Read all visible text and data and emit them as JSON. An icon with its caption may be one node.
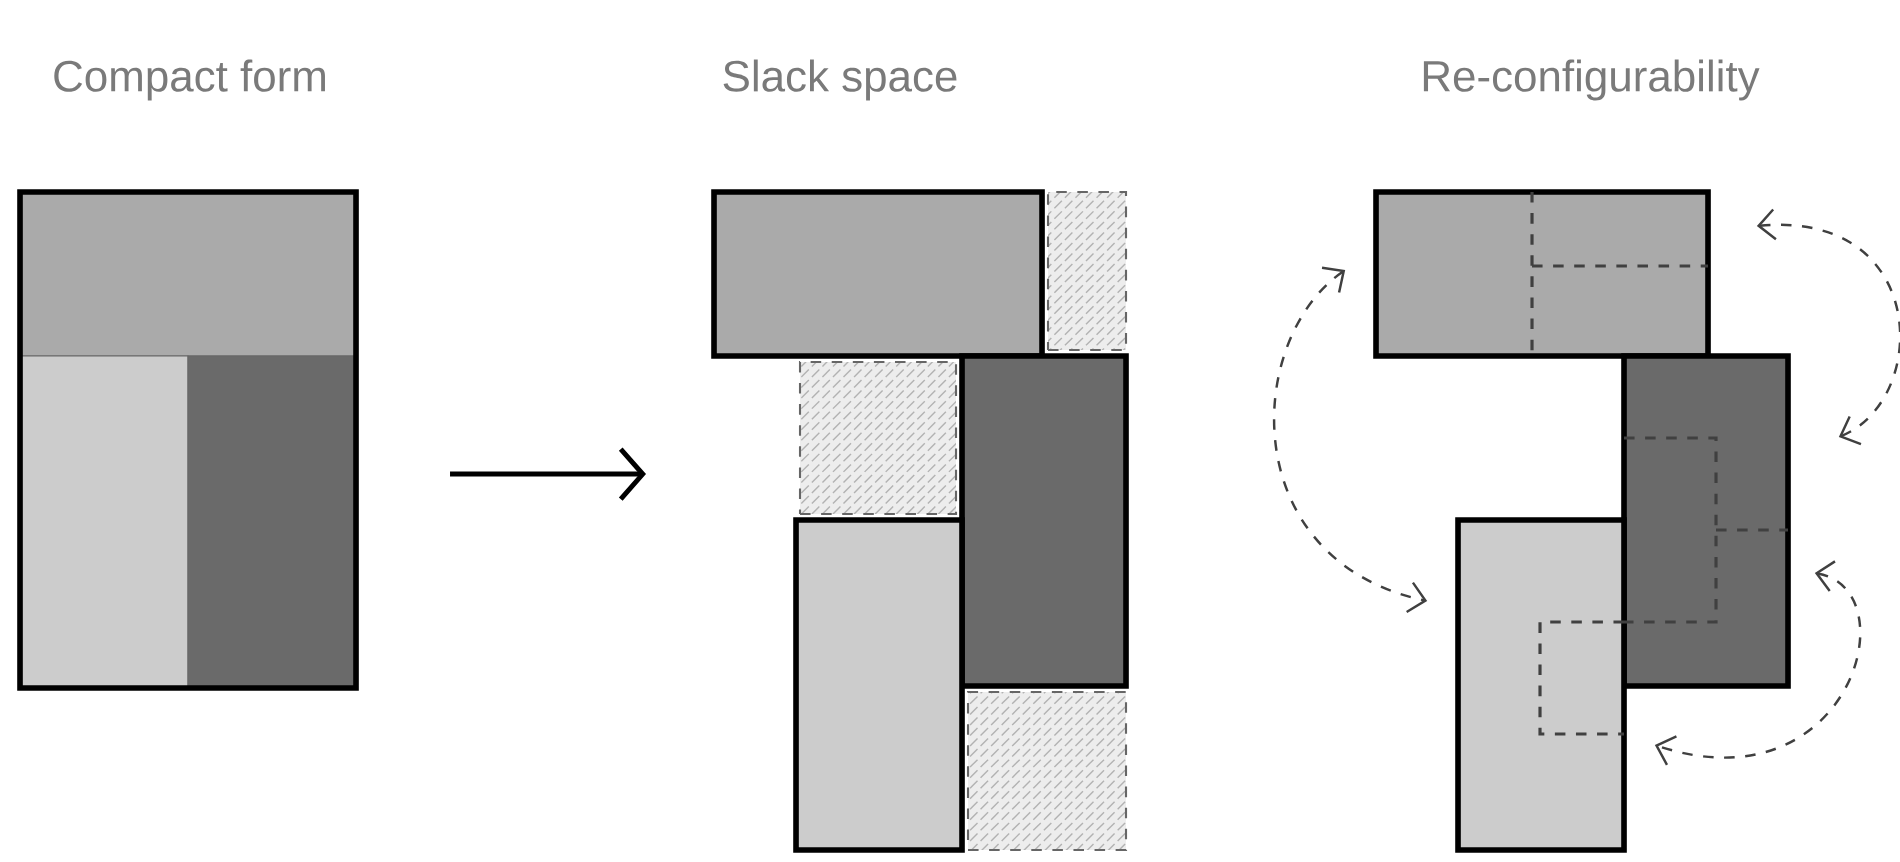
{
  "diagram": {
    "nodes": [
      {
        "text": [],
        "shape": "box"
      },
      {
        "text": [],
        "shape": "box",
        "in": 0
      },
      {
        "text": [],
        "shape": "box",
        "in": 0
      },
      {
        "text": [],
        "shape": "box",
        "in": 0
      },
      {
        "text": [],
        "shape": "box"
      },
      {
        "text": [],
        "shape": "box"
      },
      {
        "text": [],
        "shape": "box"
      },
      {
        "text": [],
        "shape": "box"
      },
      {
        "text": [],
        "shape": "box"
      },
      {
        "text": [],
        "shape": "box"
      },
      {
        "text": [],
        "shape": "box"
      },
      {
        "text": [],
        "shape": "box"
      },
      {
        "text": [],
        "shape": "box"
      }
    ],
    "edges": [
      {
        "from": 10,
        "to": 12,
        "arrow": "both",
        "style": "dashed"
      },
      {
        "from": 10,
        "to": 11,
        "arrow": "both",
        "style": "dashed"
      },
      {
        "from": 11,
        "to": 12,
        "arrow": "both",
        "style": "dashed"
      }
    ],
    "labels": [
      "Compact form",
      "Slack space",
      "Re-configurability"
    ]
  }
}
